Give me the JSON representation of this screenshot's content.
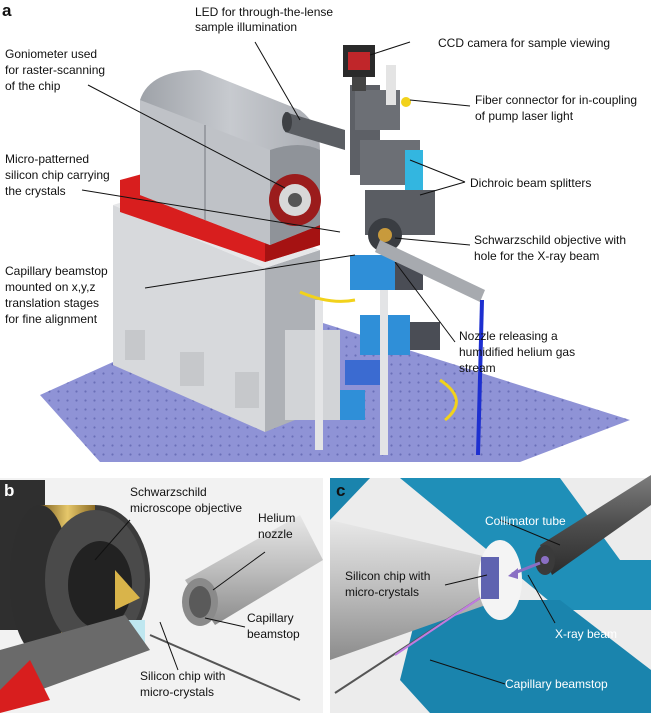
{
  "panels": {
    "a": {
      "letter": "a",
      "labels": {
        "led": [
          "LED for through-the-lense",
          "sample illumination"
        ],
        "ccd": "CCD camera for sample viewing",
        "goniometer": [
          "Goniometer used",
          "for raster-scanning",
          "of the chip"
        ],
        "fiber": [
          "Fiber connector for in-coupling",
          "of pump laser light"
        ],
        "micro_chip": [
          "Micro-patterned",
          "silicon chip carrying",
          "the crystals"
        ],
        "dichroic": "Dichroic beam splitters",
        "schwarzschild": [
          "Schwarzschild objective with",
          "hole for the X-ray beam"
        ],
        "beamstop": [
          "Capillary beamstop",
          "mounted on x,y,z",
          "translation stages",
          "for fine alignment"
        ],
        "nozzle": [
          "Nozzle releasing a",
          "humidified helium gas",
          "stream"
        ]
      }
    },
    "b": {
      "letter": "b",
      "labels": {
        "objective": [
          "Schwarzschild",
          "microscope objective"
        ],
        "helium_nozzle": [
          "Helium",
          "nozzle"
        ],
        "capillary": [
          "Capillary",
          "beamstop"
        ],
        "chip": [
          "Silicon chip with",
          "micro-crystals"
        ]
      }
    },
    "c": {
      "letter": "c",
      "labels": {
        "collimator": "Collimator tube",
        "chip": [
          "Silicon chip with",
          "micro-crystals"
        ],
        "xray": "X-ray beam",
        "capillary": "Capillary beamstop"
      }
    }
  },
  "colors": {
    "optical_table": "#8f93d6",
    "goniometer_body": "#b9bcc2",
    "red_mount": "#d81e1e",
    "stage_blue": "#2f8fd8",
    "motor_dark": "#4a4d55",
    "panel_c_teal": "#1f8fb8",
    "xray_arrow": "#8a6fc4",
    "cable_yellow": "#f2d21b"
  }
}
